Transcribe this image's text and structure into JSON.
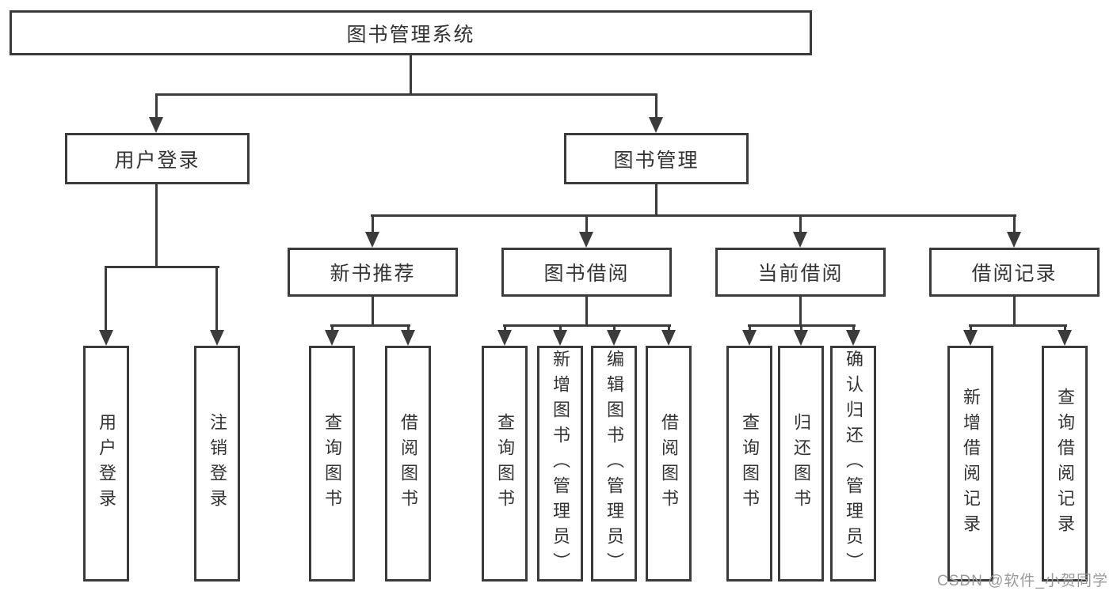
{
  "tree": {
    "root": "图书管理系统",
    "branches": [
      {
        "label": "用户登录",
        "children": [
          "用户登录",
          "注销登录"
        ]
      },
      {
        "label": "图书管理",
        "groups": [
          {
            "label": "新书推荐",
            "children": [
              "查询图书",
              "借阅图书"
            ]
          },
          {
            "label": "图书借阅",
            "children": [
              "查询图书",
              "新增图书（管理员）",
              "编辑图书（管理员）",
              "借阅图书"
            ]
          },
          {
            "label": "当前借阅",
            "children": [
              "查询图书",
              "归还图书",
              "确认归还（管理员）"
            ]
          },
          {
            "label": "借阅记录",
            "children": [
              "新增借阅记录",
              "查询借阅记录"
            ]
          }
        ]
      }
    ]
  },
  "watermark": {
    "text": "CSDN @软件_小贺同学"
  },
  "colors": {
    "line": "#3b3b3b",
    "text": "#333333",
    "watermark": "#9a9a9c",
    "background": "#ffffff"
  }
}
